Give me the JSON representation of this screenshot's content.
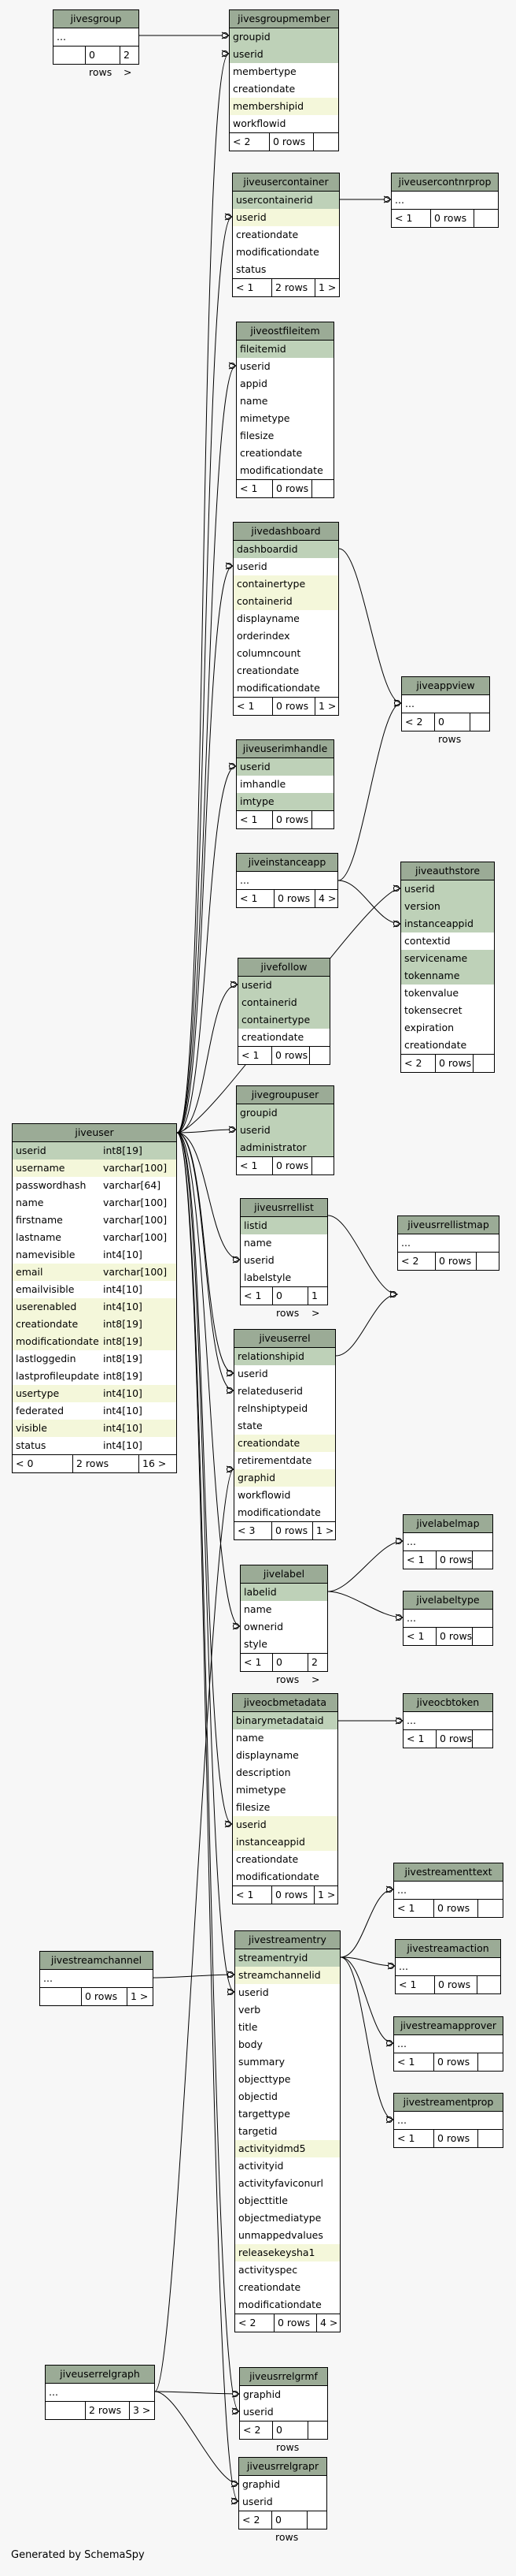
{
  "footer_text": "Generated by SchemaSpy",
  "tables": [
    {
      "id": "jivesgroup",
      "name": "jivesgroup",
      "cols": [
        {
          "n": "...",
          "s": ""
        }
      ],
      "footer": [
        "",
        "0 rows",
        "2 >"
      ]
    },
    {
      "id": "jivesgroupmember",
      "name": "jivesgroupmember",
      "cols": [
        {
          "n": "groupid",
          "s": "k"
        },
        {
          "n": "userid",
          "s": "k"
        },
        {
          "n": "membertype",
          "s": ""
        },
        {
          "n": "creationdate",
          "s": ""
        },
        {
          "n": "membershipid",
          "s": "i"
        },
        {
          "n": "workflowid",
          "s": ""
        }
      ],
      "footer": [
        "< 2",
        "0 rows",
        ""
      ]
    },
    {
      "id": "jiveusercontainer",
      "name": "jiveusercontainer",
      "cols": [
        {
          "n": "usercontainerid",
          "s": "k"
        },
        {
          "n": "userid",
          "s": "i"
        },
        {
          "n": "creationdate",
          "s": ""
        },
        {
          "n": "modificationdate",
          "s": ""
        },
        {
          "n": "status",
          "s": ""
        }
      ],
      "footer": [
        "< 1",
        "2 rows",
        "1 >"
      ]
    },
    {
      "id": "jiveusercontnrprop",
      "name": "jiveusercontnrprop",
      "cols": [
        {
          "n": "...",
          "s": ""
        }
      ],
      "footer": [
        "< 1",
        "0 rows",
        ""
      ]
    },
    {
      "id": "jiveostfileitem",
      "name": "jiveostfileitem",
      "cols": [
        {
          "n": "fileitemid",
          "s": "k"
        },
        {
          "n": "userid",
          "s": ""
        },
        {
          "n": "appid",
          "s": ""
        },
        {
          "n": "name",
          "s": ""
        },
        {
          "n": "mimetype",
          "s": ""
        },
        {
          "n": "filesize",
          "s": ""
        },
        {
          "n": "creationdate",
          "s": ""
        },
        {
          "n": "modificationdate",
          "s": ""
        }
      ],
      "footer": [
        "< 1",
        "0 rows",
        ""
      ]
    },
    {
      "id": "jivedashboard",
      "name": "jivedashboard",
      "cols": [
        {
          "n": "dashboardid",
          "s": "k"
        },
        {
          "n": "userid",
          "s": ""
        },
        {
          "n": "containertype",
          "s": "i"
        },
        {
          "n": "containerid",
          "s": "i"
        },
        {
          "n": "displayname",
          "s": ""
        },
        {
          "n": "orderindex",
          "s": ""
        },
        {
          "n": "columncount",
          "s": ""
        },
        {
          "n": "creationdate",
          "s": ""
        },
        {
          "n": "modificationdate",
          "s": ""
        }
      ],
      "footer": [
        "< 1",
        "0 rows",
        "1 >"
      ]
    },
    {
      "id": "jiveappview",
      "name": "jiveappview",
      "cols": [
        {
          "n": "...",
          "s": ""
        }
      ],
      "footer": [
        "< 2",
        "0 rows",
        ""
      ]
    },
    {
      "id": "jiveuserimhandle",
      "name": "jiveuserimhandle",
      "cols": [
        {
          "n": "userid",
          "s": "k"
        },
        {
          "n": "imhandle",
          "s": ""
        },
        {
          "n": "imtype",
          "s": "k"
        }
      ],
      "footer": [
        "< 1",
        "0 rows",
        ""
      ]
    },
    {
      "id": "jiveinstanceapp",
      "name": "jiveinstanceapp",
      "cols": [
        {
          "n": "...",
          "s": ""
        }
      ],
      "footer": [
        "< 1",
        "0 rows",
        "4 >"
      ]
    },
    {
      "id": "jiveauthstore",
      "name": "jiveauthstore",
      "cols": [
        {
          "n": "userid",
          "s": "k"
        },
        {
          "n": "version",
          "s": "k"
        },
        {
          "n": "instanceappid",
          "s": "k"
        },
        {
          "n": "contextid",
          "s": ""
        },
        {
          "n": "servicename",
          "s": "k"
        },
        {
          "n": "tokenname",
          "s": "k"
        },
        {
          "n": "tokenvalue",
          "s": ""
        },
        {
          "n": "tokensecret",
          "s": ""
        },
        {
          "n": "expiration",
          "s": ""
        },
        {
          "n": "creationdate",
          "s": ""
        }
      ],
      "footer": [
        "< 2",
        "0 rows",
        ""
      ]
    },
    {
      "id": "jivefollow",
      "name": "jivefollow",
      "cols": [
        {
          "n": "userid",
          "s": "k"
        },
        {
          "n": "containerid",
          "s": "k"
        },
        {
          "n": "containertype",
          "s": "k"
        },
        {
          "n": "creationdate",
          "s": ""
        }
      ],
      "footer": [
        "< 1",
        "0 rows",
        ""
      ]
    },
    {
      "id": "jivegroupuser",
      "name": "jivegroupuser",
      "cols": [
        {
          "n": "groupid",
          "s": "k"
        },
        {
          "n": "userid",
          "s": "k"
        },
        {
          "n": "administrator",
          "s": "k"
        }
      ],
      "footer": [
        "< 1",
        "0 rows",
        ""
      ]
    },
    {
      "id": "jiveuser",
      "name": "jiveuser",
      "cols": [
        {
          "n": "userid",
          "t": "int8[19]",
          "s": "k"
        },
        {
          "n": "username",
          "t": "varchar[100]",
          "s": "i"
        },
        {
          "n": "passwordhash",
          "t": "varchar[64]",
          "s": ""
        },
        {
          "n": "name",
          "t": "varchar[100]",
          "s": ""
        },
        {
          "n": "firstname",
          "t": "varchar[100]",
          "s": ""
        },
        {
          "n": "lastname",
          "t": "varchar[100]",
          "s": ""
        },
        {
          "n": "namevisible",
          "t": "int4[10]",
          "s": ""
        },
        {
          "n": "email",
          "t": "varchar[100]",
          "s": "i"
        },
        {
          "n": "emailvisible",
          "t": "int4[10]",
          "s": ""
        },
        {
          "n": "userenabled",
          "t": "int4[10]",
          "s": "i"
        },
        {
          "n": "creationdate",
          "t": "int8[19]",
          "s": "i"
        },
        {
          "n": "modificationdate",
          "t": "int8[19]",
          "s": "i"
        },
        {
          "n": "lastloggedin",
          "t": "int8[19]",
          "s": ""
        },
        {
          "n": "lastprofileupdate",
          "t": "int8[19]",
          "s": ""
        },
        {
          "n": "usertype",
          "t": "int4[10]",
          "s": "i"
        },
        {
          "n": "federated",
          "t": "int4[10]",
          "s": ""
        },
        {
          "n": "visible",
          "t": "int4[10]",
          "s": "i"
        },
        {
          "n": "status",
          "t": "int4[10]",
          "s": ""
        }
      ],
      "footer": [
        "< 0",
        "2 rows",
        "16 >"
      ]
    },
    {
      "id": "jiveusrrellist",
      "name": "jiveusrrellist",
      "cols": [
        {
          "n": "listid",
          "s": "k"
        },
        {
          "n": "name",
          "s": ""
        },
        {
          "n": "userid",
          "s": ""
        },
        {
          "n": "labelstyle",
          "s": ""
        }
      ],
      "footer": [
        "< 1",
        "0 rows",
        "1 >"
      ]
    },
    {
      "id": "jiveusrrellistmap",
      "name": "jiveusrrellistmap",
      "cols": [
        {
          "n": "...",
          "s": ""
        }
      ],
      "footer": [
        "< 2",
        "0 rows",
        ""
      ]
    },
    {
      "id": "jiveuserrel",
      "name": "jiveuserrel",
      "cols": [
        {
          "n": "relationshipid",
          "s": "k"
        },
        {
          "n": "userid",
          "s": ""
        },
        {
          "n": "relateduserid",
          "s": ""
        },
        {
          "n": "relnshiptypeid",
          "s": ""
        },
        {
          "n": "state",
          "s": ""
        },
        {
          "n": "creationdate",
          "s": "i"
        },
        {
          "n": "retirementdate",
          "s": ""
        },
        {
          "n": "graphid",
          "s": "i"
        },
        {
          "n": "workflowid",
          "s": ""
        },
        {
          "n": "modificationdate",
          "s": ""
        }
      ],
      "footer": [
        "< 3",
        "0 rows",
        "1 >"
      ]
    },
    {
      "id": "jivelabelmap",
      "name": "jivelabelmap",
      "cols": [
        {
          "n": "...",
          "s": ""
        }
      ],
      "footer": [
        "< 1",
        "0 rows",
        ""
      ]
    },
    {
      "id": "jivelabel",
      "name": "jivelabel",
      "cols": [
        {
          "n": "labelid",
          "s": "k"
        },
        {
          "n": "name",
          "s": ""
        },
        {
          "n": "ownerid",
          "s": ""
        },
        {
          "n": "style",
          "s": ""
        }
      ],
      "footer": [
        "< 1",
        "0 rows",
        "2 >"
      ]
    },
    {
      "id": "jivelabeltype",
      "name": "jivelabeltype",
      "cols": [
        {
          "n": "...",
          "s": ""
        }
      ],
      "footer": [
        "< 1",
        "0 rows",
        ""
      ]
    },
    {
      "id": "jiveocbmetadata",
      "name": "jiveocbmetadata",
      "cols": [
        {
          "n": "binarymetadataid",
          "s": "k"
        },
        {
          "n": "name",
          "s": ""
        },
        {
          "n": "displayname",
          "s": ""
        },
        {
          "n": "description",
          "s": ""
        },
        {
          "n": "mimetype",
          "s": ""
        },
        {
          "n": "filesize",
          "s": ""
        },
        {
          "n": "userid",
          "s": "i"
        },
        {
          "n": "instanceappid",
          "s": "i"
        },
        {
          "n": "creationdate",
          "s": ""
        },
        {
          "n": "modificationdate",
          "s": ""
        }
      ],
      "footer": [
        "< 1",
        "0 rows",
        "1 >"
      ]
    },
    {
      "id": "jiveocbtoken",
      "name": "jiveocbtoken",
      "cols": [
        {
          "n": "...",
          "s": ""
        }
      ],
      "footer": [
        "< 1",
        "0 rows",
        ""
      ]
    },
    {
      "id": "jivestreamenttext",
      "name": "jivestreamenttext",
      "cols": [
        {
          "n": "...",
          "s": ""
        }
      ],
      "footer": [
        "< 1",
        "0 rows",
        ""
      ]
    },
    {
      "id": "jivestreamaction",
      "name": "jivestreamaction",
      "cols": [
        {
          "n": "...",
          "s": ""
        }
      ],
      "footer": [
        "< 1",
        "0 rows",
        ""
      ]
    },
    {
      "id": "jivestreamchannel",
      "name": "jivestreamchannel",
      "cols": [
        {
          "n": "...",
          "s": ""
        }
      ],
      "footer": [
        "",
        "0 rows",
        "1 >"
      ]
    },
    {
      "id": "jivestreamentry",
      "name": "jivestreamentry",
      "cols": [
        {
          "n": "streamentryid",
          "s": "k"
        },
        {
          "n": "streamchannelid",
          "s": "i"
        },
        {
          "n": "userid",
          "s": ""
        },
        {
          "n": "verb",
          "s": ""
        },
        {
          "n": "title",
          "s": ""
        },
        {
          "n": "body",
          "s": ""
        },
        {
          "n": "summary",
          "s": ""
        },
        {
          "n": "objecttype",
          "s": ""
        },
        {
          "n": "objectid",
          "s": ""
        },
        {
          "n": "targettype",
          "s": ""
        },
        {
          "n": "targetid",
          "s": ""
        },
        {
          "n": "activityidmd5",
          "s": "i"
        },
        {
          "n": "activityid",
          "s": ""
        },
        {
          "n": "activityfaviconurl",
          "s": ""
        },
        {
          "n": "objecttitle",
          "s": ""
        },
        {
          "n": "objectmediatype",
          "s": ""
        },
        {
          "n": "unmappedvalues",
          "s": ""
        },
        {
          "n": "releasekeysha1",
          "s": "i"
        },
        {
          "n": "activityspec",
          "s": ""
        },
        {
          "n": "creationdate",
          "s": ""
        },
        {
          "n": "modificationdate",
          "s": ""
        }
      ],
      "footer": [
        "< 2",
        "0 rows",
        "4 >"
      ]
    },
    {
      "id": "jivestreamapprover",
      "name": "jivestreamapprover",
      "cols": [
        {
          "n": "...",
          "s": ""
        }
      ],
      "footer": [
        "< 1",
        "0 rows",
        ""
      ]
    },
    {
      "id": "jivestreamentprop",
      "name": "jivestreamentprop",
      "cols": [
        {
          "n": "...",
          "s": ""
        }
      ],
      "footer": [
        "< 1",
        "0 rows",
        ""
      ]
    },
    {
      "id": "jiveuserrelgraph",
      "name": "jiveuserrelgraph",
      "cols": [
        {
          "n": "...",
          "s": ""
        }
      ],
      "footer": [
        "",
        "2 rows",
        "3 >"
      ]
    },
    {
      "id": "jiveusrrelgrmf",
      "name": "jiveusrrelgrmf",
      "cols": [
        {
          "n": "graphid",
          "s": ""
        },
        {
          "n": "userid",
          "s": ""
        }
      ],
      "footer": [
        "< 2",
        "0 rows",
        ""
      ]
    },
    {
      "id": "jiveusrrelgrapr",
      "name": "jiveusrrelgrapr",
      "cols": [
        {
          "n": "graphid",
          "s": ""
        },
        {
          "n": "userid",
          "s": ""
        }
      ],
      "footer": [
        "< 2",
        "0 rows",
        ""
      ]
    }
  ]
}
